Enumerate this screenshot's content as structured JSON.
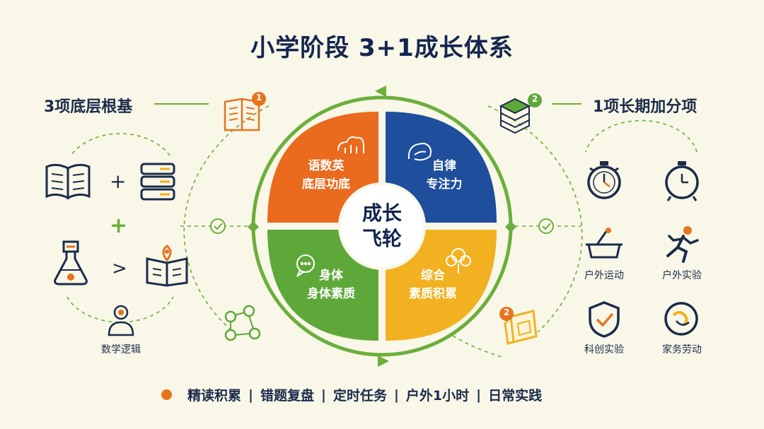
{
  "title": "小学阶段 3+1成长体系",
  "left": {
    "heading": "3项底层根基",
    "badge": "1",
    "logic_label": "数学逻辑"
  },
  "right": {
    "heading": "1项长期加分项",
    "badge": "2",
    "activities": [
      {
        "label": "户外运动",
        "icon": "stretcher-lab-icon"
      },
      {
        "label": "户外实验",
        "icon": "running-person-icon"
      },
      {
        "label": "科创实验",
        "icon": "shield-check-icon"
      },
      {
        "label": "家务劳动",
        "icon": "chores-circle-icon"
      }
    ]
  },
  "wheel": {
    "center_line1": "成长",
    "center_line2": "飞轮",
    "quadrants": [
      {
        "line1": "语数英",
        "line2": "底层功底",
        "color": "#ea6a1e"
      },
      {
        "line1": "自律",
        "line2": "专注力",
        "color": "#1f4e9c"
      },
      {
        "line1": "身体",
        "line2": "身体素质",
        "color": "#5ea83a"
      },
      {
        "line1": "综合",
        "line2": "素质积累",
        "color": "#f1b121"
      }
    ],
    "ring_color": "#6cae3c"
  },
  "misc_badge": "2",
  "symbols": {
    "plus": "+",
    "greater": ">"
  },
  "footer": {
    "items": [
      "精读积累",
      "错题复盘",
      "定时任务",
      "户外1小时",
      "日常实践"
    ],
    "separator": "|"
  }
}
